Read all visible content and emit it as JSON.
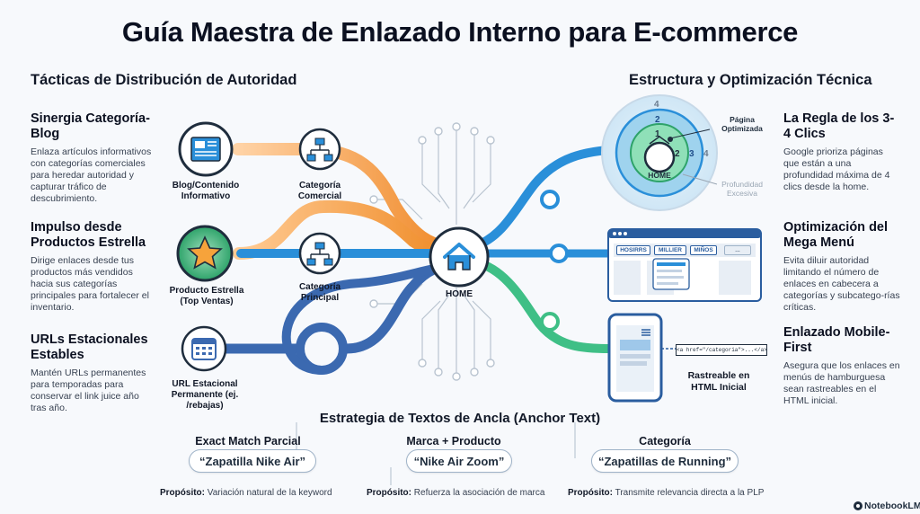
{
  "title": "Guía Maestra de Enlazado Interno para E-commerce",
  "left": {
    "heading": "Tácticas de Distribución de Autoridad",
    "items": [
      {
        "title": "Sinergia Categoría-Blog",
        "body": "Enlaza artículos informativos con categorías comerciales para heredar autoridad y capturar tráfico de descubrimiento.",
        "source_label": "Blog/Contenido Informativo",
        "target_label": "Categoría Comercial"
      },
      {
        "title": "Impulso desde Productos Estrella",
        "body": "Dirige enlaces desde tus productos más vendidos hacia sus categorías principales para fortalecer el inventario.",
        "source_label": "Producto Estrella (Top Ventas)",
        "target_label": "Categoría Principal"
      },
      {
        "title": "URLs Estacionales Estables",
        "body": "Mantén URLs permanentes para temporadas para conservar el link juice año tras año.",
        "source_label": "URL Estacional Permanente (ej. /rebajas)"
      }
    ]
  },
  "right": {
    "heading": "Estructura y Optimización Técnica",
    "items": [
      {
        "title": "La Regla de los 3-4 Clics",
        "body": "Google prioriza páginas que están a una profundidad máxima de 4 clics desde la home."
      },
      {
        "title": "Optimización del Mega Menú",
        "body": "Evita diluir autoridad limitando el número de enlaces en cabecera a categorías y subcatego-rías críticas."
      },
      {
        "title": "Enlazado Mobile-First",
        "body": "Asegura que los enlaces en menús de hamburguesa sean rastreables en el HTML inicial."
      }
    ]
  },
  "hub": {
    "label": "HOME"
  },
  "depth": {
    "levels": [
      "1",
      "2",
      "3",
      "4"
    ],
    "center_label": "HOME",
    "optimized_label": "Página Optimizada",
    "excessive_label": "Profundidad Excesiva"
  },
  "menu": {
    "items": [
      "HOSIRRS",
      "MILLIER",
      "MIÑOS",
      "..."
    ]
  },
  "mobile": {
    "code": "<a href=\"/categoria\">...</a>",
    "caption": "Rastreable en HTML Inicial"
  },
  "anchor": {
    "heading": "Estrategia de Textos de Ancla (Anchor Text)",
    "purpose_label": "Propósito:",
    "items": [
      {
        "type": "Exact Match Parcial",
        "example": "“Zapatilla Nike Air”",
        "purpose": "Variación natural de la keyword"
      },
      {
        "type": "Marca + Producto",
        "example": "“Nike Air Zoom”",
        "purpose": "Refuerza la asociación de marca"
      },
      {
        "type": "Categoría",
        "example": "“Zapatillas de Running”",
        "purpose": "Transmite relevancia directa a la PLP"
      }
    ]
  },
  "brand": "NotebookLM",
  "colors": {
    "orange": "#f08a2a",
    "blue_light": "#2a8fd9",
    "blue_dark": "#3b69b0",
    "green": "#3fbf86",
    "ink": "#1f2d3d"
  }
}
